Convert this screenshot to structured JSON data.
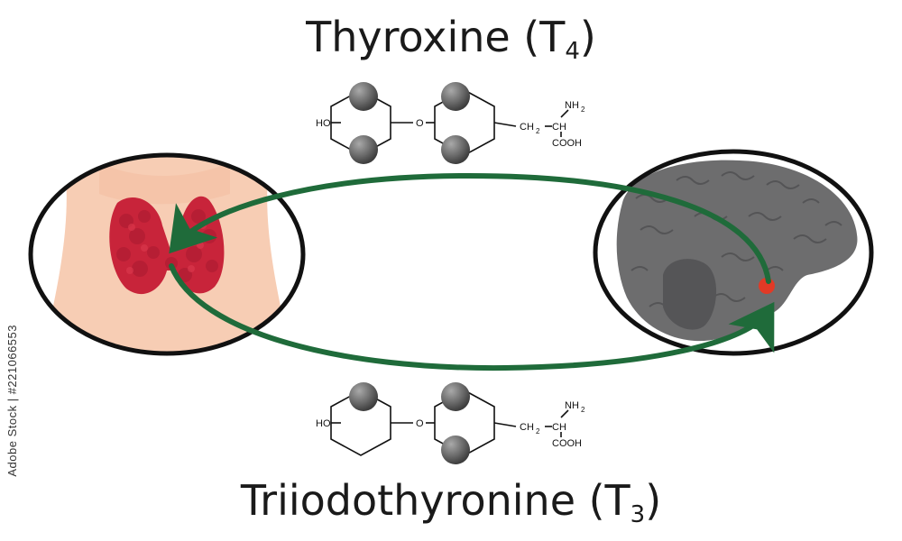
{
  "titles": {
    "t4_name": "Thyroxine (T",
    "t4_sub": "4",
    "t4_close": ")",
    "t3_name": "Triiodothyronine (T",
    "t3_sub": "3",
    "t3_close": ")"
  },
  "molecule_labels": {
    "hydroxyl": "HO",
    "ether_oxygen": "O",
    "methylene": "CH",
    "methylene_sub": "2",
    "methine": "CH",
    "amine": "NH",
    "amine_sub": "2",
    "carboxyl": "COOH"
  },
  "watermark": "Adobe Stock | #221066553",
  "colors": {
    "arrow": "#1f6b3a",
    "thyroid": "#c8243a",
    "skin": "#f7cdb4",
    "brain": "#6d6d6e",
    "pituitary": "#e23a26",
    "iodine_atom": "#6a6a6a"
  },
  "icons": {
    "left_panel": "thyroid-gland-icon",
    "right_panel": "brain-icon"
  }
}
